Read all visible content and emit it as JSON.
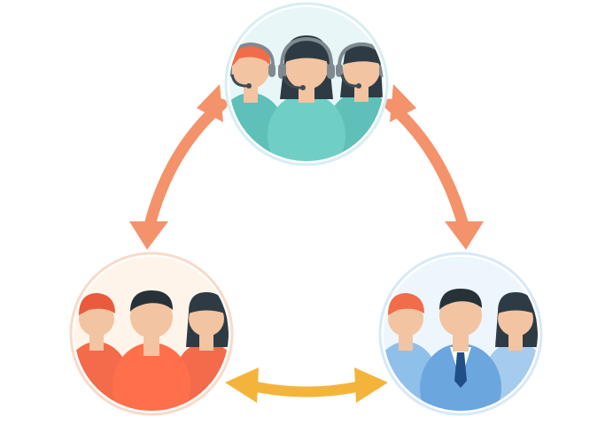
{
  "diagram": {
    "type": "three-group relationship cycle",
    "nodes": [
      {
        "id": "top",
        "role": "support-team",
        "icon": "headset-team-icon",
        "accent": "#66c5bd"
      },
      {
        "id": "left",
        "role": "customer-team",
        "icon": "people-group-icon",
        "accent": "#f76f4c"
      },
      {
        "id": "right",
        "role": "business-team",
        "icon": "business-team-icon",
        "accent": "#7fb3e8"
      }
    ],
    "connectors": [
      {
        "from": "top",
        "to": "left",
        "icon": "double-arrow-icon",
        "color": "#f4926b"
      },
      {
        "from": "top",
        "to": "right",
        "icon": "double-arrow-icon",
        "color": "#f4926b"
      },
      {
        "from": "left",
        "to": "right",
        "icon": "double-arrow-icon",
        "color": "#f4b43b"
      }
    ]
  }
}
